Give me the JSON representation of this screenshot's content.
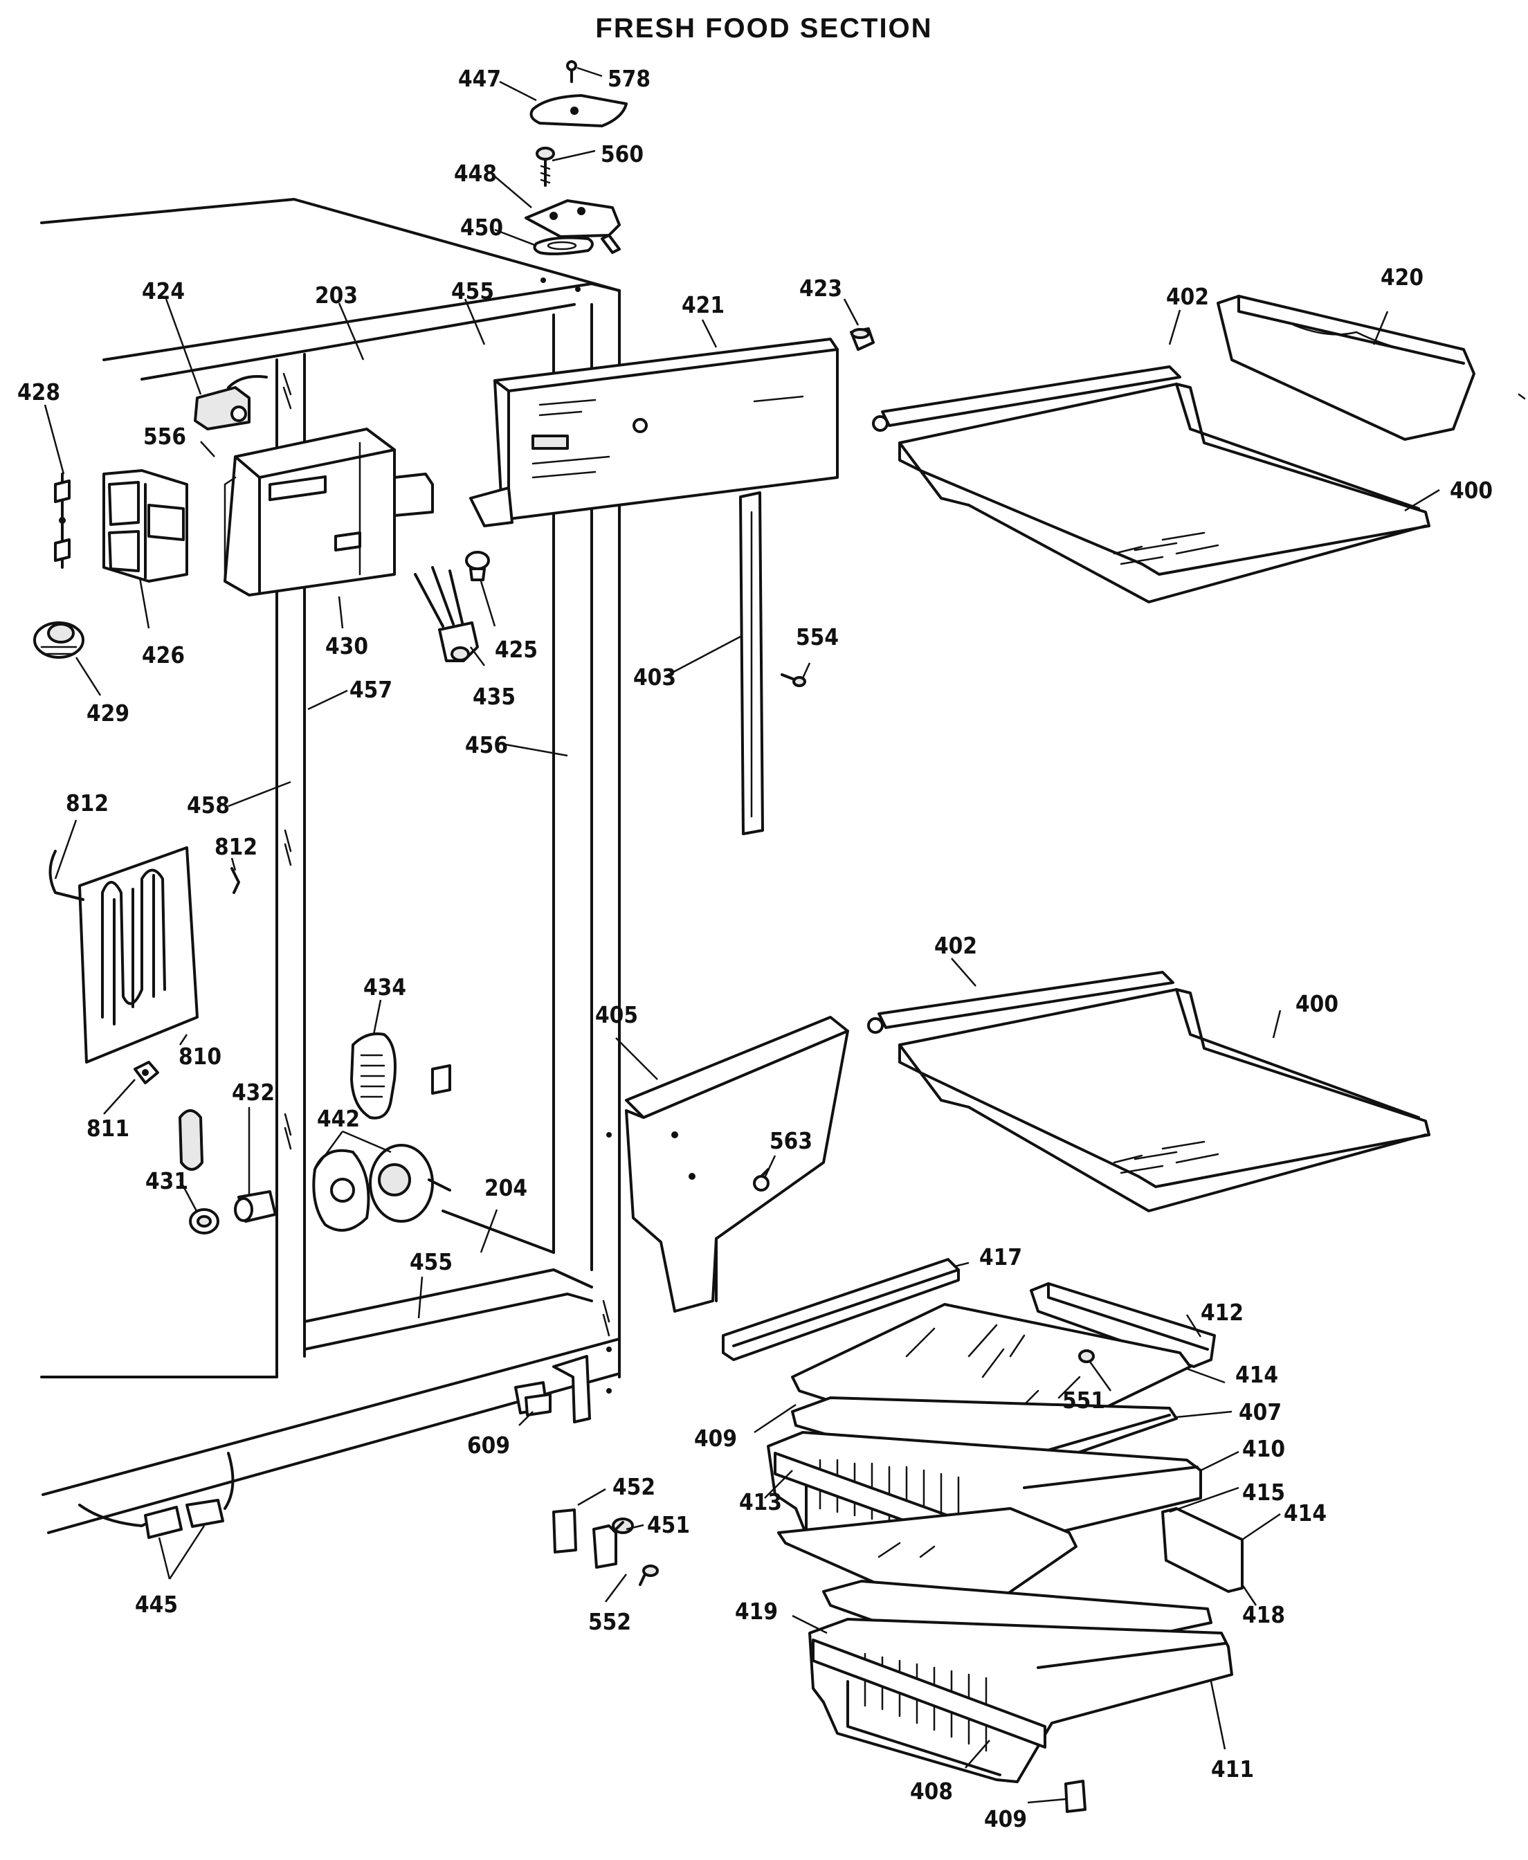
{
  "title": "FRESH FOOD SECTION",
  "parts": [
    {
      "id": "p447",
      "number": "447"
    },
    {
      "id": "p578",
      "number": "578"
    },
    {
      "id": "p448",
      "number": "448"
    },
    {
      "id": "p560",
      "number": "560"
    },
    {
      "id": "p450",
      "number": "450"
    },
    {
      "id": "p424",
      "number": "424"
    },
    {
      "id": "p203",
      "number": "203"
    },
    {
      "id": "p455a",
      "number": "455"
    },
    {
      "id": "p421",
      "number": "421"
    },
    {
      "id": "p423",
      "number": "423"
    },
    {
      "id": "p402a",
      "number": "402"
    },
    {
      "id": "p420",
      "number": "420"
    },
    {
      "id": "p428",
      "number": "428"
    },
    {
      "id": "p556",
      "number": "556"
    },
    {
      "id": "p400a",
      "number": "400"
    },
    {
      "id": "p426",
      "number": "426"
    },
    {
      "id": "p430",
      "number": "430"
    },
    {
      "id": "p425",
      "number": "425"
    },
    {
      "id": "p435",
      "number": "435"
    },
    {
      "id": "p403",
      "number": "403"
    },
    {
      "id": "p554",
      "number": "554"
    },
    {
      "id": "p429",
      "number": "429"
    },
    {
      "id": "p457",
      "number": "457"
    },
    {
      "id": "p456",
      "number": "456"
    },
    {
      "id": "p812a",
      "number": "812"
    },
    {
      "id": "p458",
      "number": "458"
    },
    {
      "id": "p812b",
      "number": "812"
    },
    {
      "id": "p402b",
      "number": "402"
    },
    {
      "id": "p434",
      "number": "434"
    },
    {
      "id": "p405",
      "number": "405"
    },
    {
      "id": "p400b",
      "number": "400"
    },
    {
      "id": "p810",
      "number": "810"
    },
    {
      "id": "p432",
      "number": "432"
    },
    {
      "id": "p442",
      "number": "442"
    },
    {
      "id": "p811",
      "number": "811"
    },
    {
      "id": "p563",
      "number": "563"
    },
    {
      "id": "p431",
      "number": "431"
    },
    {
      "id": "p204",
      "number": "204"
    },
    {
      "id": "p455b",
      "number": "455"
    },
    {
      "id": "p417",
      "number": "417"
    },
    {
      "id": "p412",
      "number": "412"
    },
    {
      "id": "p551",
      "number": "551"
    },
    {
      "id": "p414a",
      "number": "414"
    },
    {
      "id": "p407",
      "number": "407"
    },
    {
      "id": "p609",
      "number": "609"
    },
    {
      "id": "p409a",
      "number": "409"
    },
    {
      "id": "p410",
      "number": "410"
    },
    {
      "id": "p452",
      "number": "452"
    },
    {
      "id": "p413",
      "number": "413"
    },
    {
      "id": "p415",
      "number": "415"
    },
    {
      "id": "p451",
      "number": "451"
    },
    {
      "id": "p414b",
      "number": "414"
    },
    {
      "id": "p445",
      "number": "445"
    },
    {
      "id": "p552",
      "number": "552"
    },
    {
      "id": "p419",
      "number": "419"
    },
    {
      "id": "p418",
      "number": "418"
    },
    {
      "id": "p411",
      "number": "411"
    },
    {
      "id": "p408",
      "number": "408"
    },
    {
      "id": "p409b",
      "number": "409"
    }
  ]
}
